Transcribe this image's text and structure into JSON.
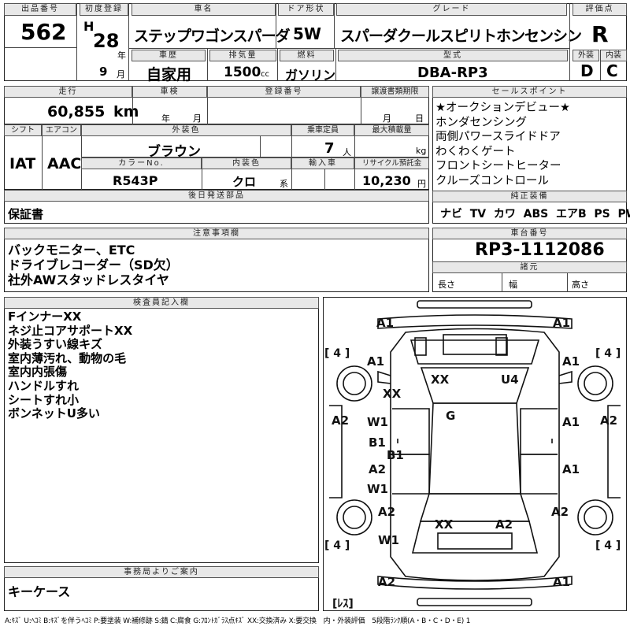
{
  "header_labels": {
    "lot": "出品番号",
    "first_reg": "初度登録",
    "model": "車名",
    "doors": "ドア形状",
    "grade": "グレード",
    "score": "評価点",
    "exterior": "外装",
    "interior": "内装",
    "history": "車歴",
    "displacement": "排気量",
    "fuel": "燃料",
    "type": "型式",
    "mileage": "走行",
    "inspection": "車検",
    "plate": "登録番号",
    "transfer": "譲渡書類期限",
    "sales_points": "セールスポイント",
    "shift": "シフト",
    "ac": "エアコン",
    "ext_color": "外装色",
    "capacity": "乗車定員",
    "max_load": "最大積載量",
    "color_no": "カラーNo.",
    "int_color": "内装色",
    "import": "輸入車",
    "recycle": "リサイクル預託金",
    "later_parts": "後日発送部品",
    "genuine": "純正装備",
    "notes": "注意事項欄",
    "chassis": "車台番号",
    "specs": "諸元",
    "inspector": "検査員記入欄",
    "office": "事務局よりご案内"
  },
  "values": {
    "lot": "562",
    "era": "H",
    "year": "28",
    "year_unit": "年",
    "month": "9",
    "month_unit": "月",
    "model": "ステップワゴンスパーダ",
    "doors": "5W",
    "grade": "スパーダクールスピリトホンセンシン",
    "score": "R",
    "exterior": "D",
    "interior": "C",
    "history": "自家用",
    "displacement": "1500",
    "cc": "cc",
    "fuel": "ガソリン",
    "type": "DBA-RP3",
    "mileage": "60,855",
    "km": "km",
    "insp_year": "年",
    "insp_month": "月",
    "trans_month": "月",
    "trans_day": "日",
    "shift": "IAT",
    "ac": "AAC",
    "ext_color": "ブラウン",
    "capacity": "7",
    "persons": "人",
    "kg": "kg",
    "color_no": "R543P",
    "int_color": "クロ",
    "kei": "系",
    "recycle": "10,230",
    "yen": "円",
    "later_parts": "保証書",
    "chassis": "RP3-1112086",
    "len": "長さ",
    "wid": "幅",
    "hgt": "高さ",
    "office": "キーケース",
    "legend": "A:ｷｽﾞ U:ﾍｺﾐ B:ｷｽﾞを伴うﾍｺﾐ P:要塗装 W:補修跡 S:錆 C:腐食 G:ﾌﾛﾝﾄｶﾞﾗｽ点ｷｽﾞ XX:交換済み X:要交換　内・外装評価　5段階ﾗﾝｸ順(A・B・C・D・E) 1"
  },
  "sales_points": [
    "★オークションデビュー★",
    "ホンダセンシング",
    "両側パワースライドドア",
    "わくわくゲート",
    "フロントシートヒーター",
    "クルーズコントロール"
  ],
  "genuine": [
    "ナビ",
    "TV",
    "カワ",
    "ABS",
    "エアB",
    "PS",
    "PW"
  ],
  "notes": [
    "バックモニター、ETC",
    "ドライブレコーダー（SD欠）",
    "社外AWスタッドレスタイヤ"
  ],
  "inspector": [
    "FインナーXX",
    "ネジ止コアサポートXX",
    "外装うすい線キズ",
    "室内薄汚れ、動物の毛",
    "室内内張傷",
    "ハンドルすれ",
    "シートすれ小",
    "ボンネットU多い"
  ],
  "diagram": {
    "tire_fl": "[ 4 ]",
    "tire_fr": "[ 4 ]",
    "tire_rl": "[ 4 ]",
    "tire_rr": "[ 4 ]",
    "spare": "[ﾚｽ]",
    "marks": [
      "A1",
      "A1",
      "A1",
      "A1",
      "XX",
      "XX",
      "U4",
      "G",
      "A2",
      "W1",
      "A1",
      "A2",
      "B1",
      "B1",
      "A2",
      "A1",
      "W1",
      "A2",
      "XX",
      "A2",
      "A2",
      "W1",
      "A2",
      "A1"
    ]
  }
}
